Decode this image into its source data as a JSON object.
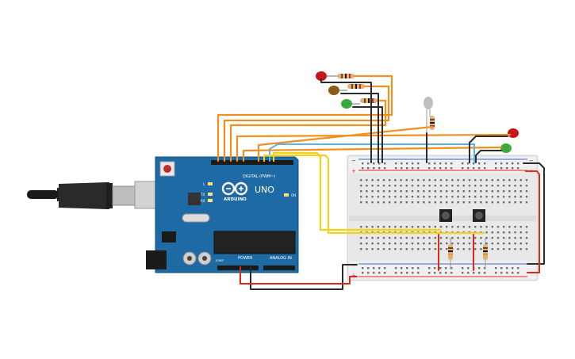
{
  "arduino": {
    "brand": "ARDUINO",
    "model": "UNO",
    "digital_label": "DIGITAL (PWM~)",
    "power_label": "POWER",
    "analog_label": "ANALOG IN",
    "on_label": "ON",
    "l_label": "L",
    "tx_label": "TX",
    "rx_label": "RX",
    "ioref_label": "IOREF"
  },
  "breadboard": {
    "minus_label": "−",
    "plus_label": "+"
  },
  "colors": {
    "board": "#1d6aa5",
    "wire_orange": "#f0901e",
    "wire_yellow": "#f2d21b",
    "wire_blue": "#5ab4e5",
    "wire_black": "#2b2b2b",
    "wire_red": "#e0271f",
    "led_red": "#c2161b",
    "led_orange": "#8a5a1a",
    "led_green": "#3ca93c",
    "led_white": "#bfbfbf"
  }
}
